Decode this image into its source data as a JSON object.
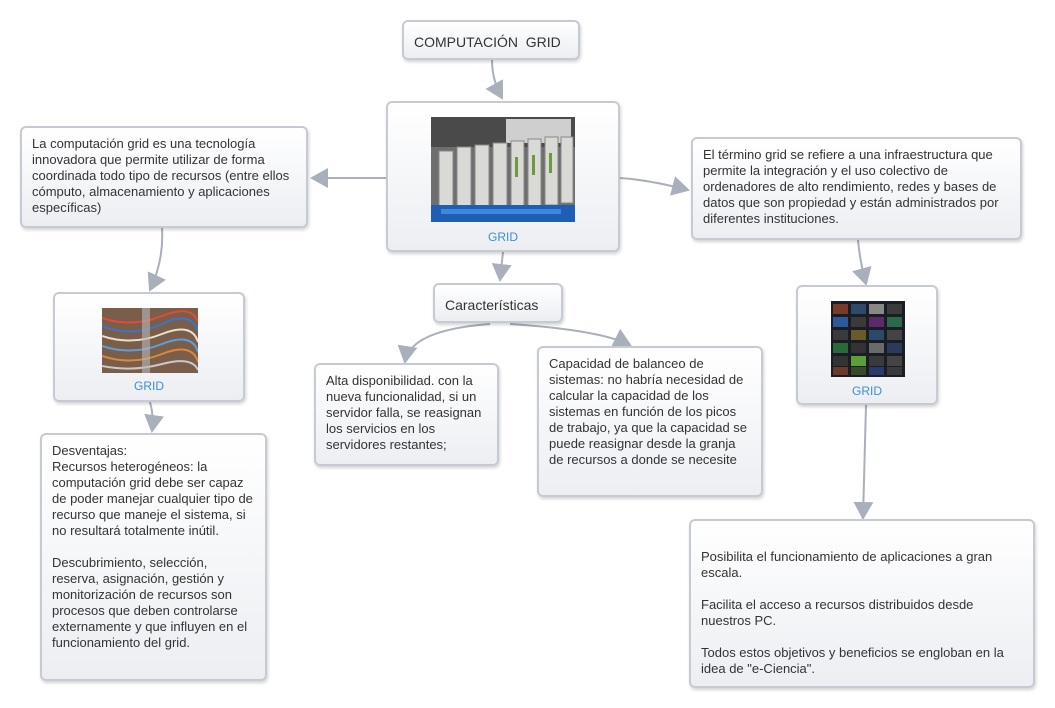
{
  "nodes": {
    "root": "COMPUTACIÓN  GRID",
    "center_caption": "GRID",
    "left_caption": "GRID",
    "right_caption": "GRID",
    "caracteristicas": "Características",
    "left_def": "La computación grid es una tecnología innovadora que permite utilizar de forma coordinada todo tipo de recursos (entre ellos cómputo, almacenamiento y aplicaciones específicas)",
    "right_def": "El término grid se refiere a una infraestructura que permite la integración y el uso colectivo de ordenadores de alto rendimiento, redes y bases de datos que son propiedad y están administrados por diferentes instituciones.",
    "disponibilidad": "Alta disponibilidad. con la nueva funcionalidad, si un servidor falla, se reasignan los servicios en los servidores restantes;",
    "balanceo": "Capacidad de balanceo de sistemas: no habría necesidad de calcular la capacidad de los sistemas en función de los picos de trabajo, ya que la capacidad se puede reasignar desde la granja de recursos a donde se necesite",
    "desventajas": "Desventajas:\nRecursos heterogéneos: la computación grid debe ser capaz de poder manejar cualquier tipo de recurso que maneje el sistema, si no resultará totalmente inútil.\n\nDescubrimiento, selección, reserva, asignación, gestión y monitorización de recursos son procesos que deben controlarse externamente y que influyen en el funcionamiento del grid.",
    "beneficios": "Posibilita el funcionamiento de aplicaciones a gran escala.\n\nFacilita el acceso a recursos distribuidos desde nuestros PC.\n\nTodos estos objetivos y beneficios se engloban en la idea de \"e-Ciencia\"."
  },
  "colors": {
    "connector": "#a9b0bc",
    "caption": "#3b8fd6",
    "border": "#c6cad3"
  }
}
